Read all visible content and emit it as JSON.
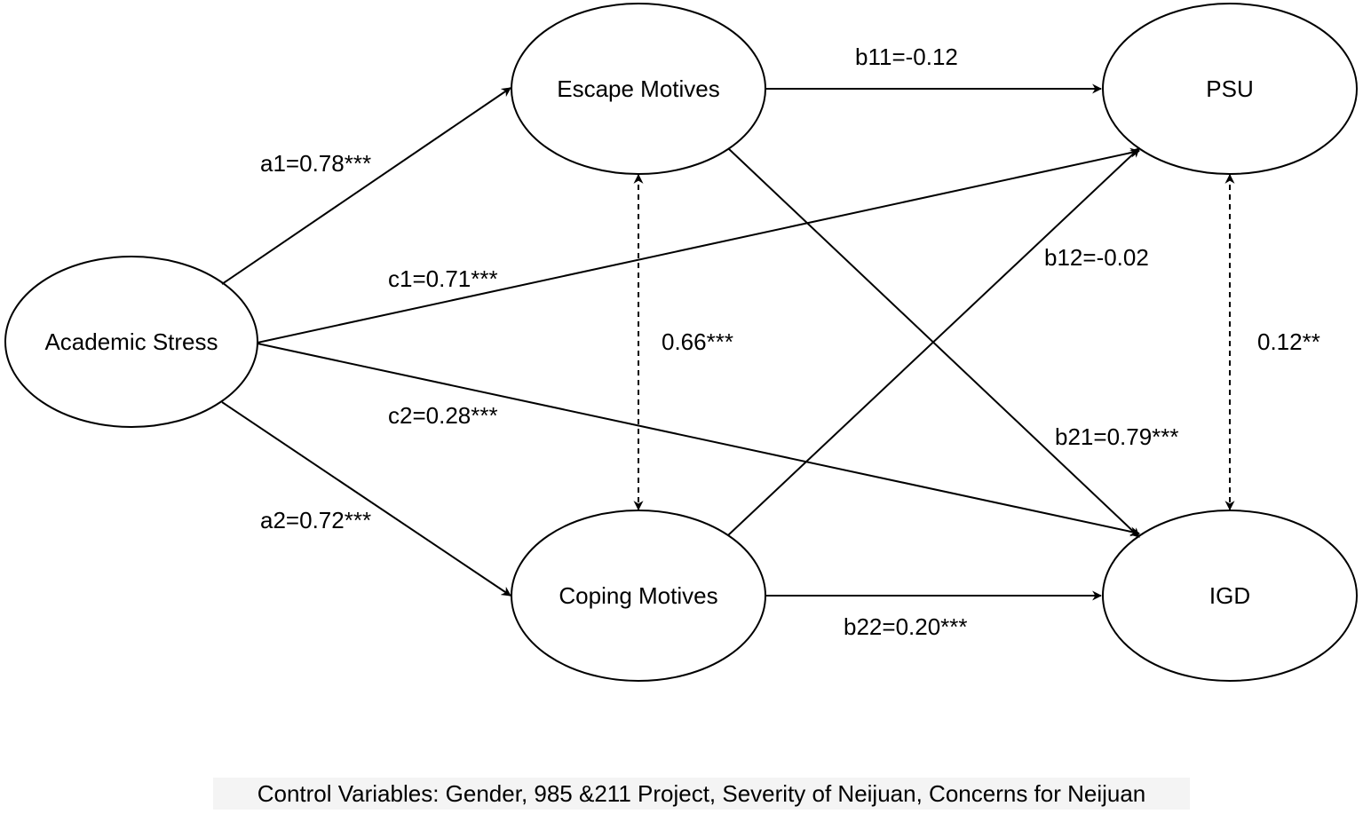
{
  "nodes": {
    "academic_stress": "Academic Stress",
    "escape_motives": "Escape Motives",
    "coping_motives": "Coping Motives",
    "psu": "PSU",
    "igd": "IGD"
  },
  "paths": {
    "a1": "a1=0.78***",
    "a2": "a2=0.72***",
    "c1": "c1=0.71***",
    "c2": "c2=0.28***",
    "b11": "b11=-0.12",
    "b12": "b12=-0.02",
    "b21": "b21=0.79***",
    "b22": "b22=0.20***",
    "cov_motives": "0.66***",
    "cov_outcomes": "0.12**"
  },
  "footnote": "Control Variables: Gender, 985 &211 Project, Severity of Neijuan, Concerns for Neijuan",
  "colors": {
    "line": "#000000",
    "footnote_background": "#f4f4f4"
  }
}
